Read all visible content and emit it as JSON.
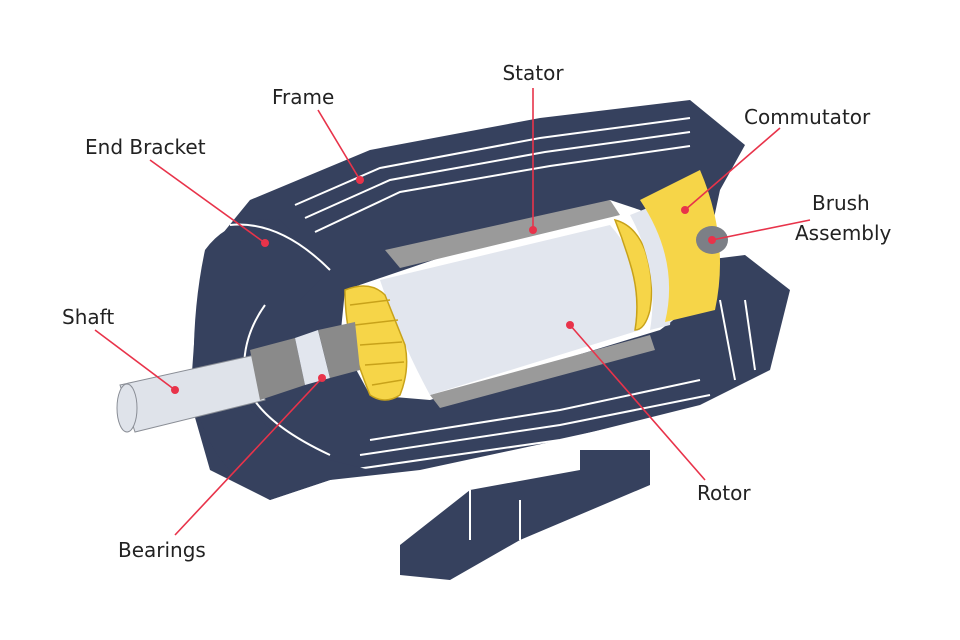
{
  "labels": {
    "stator": "Stator",
    "frame": "Frame",
    "end_bracket": "End Bracket",
    "commutator": "Commutator",
    "brush_line1": "Brush",
    "brush_line2": "Assembly",
    "shaft": "Shaft",
    "bearings": "Bearings",
    "rotor": "Rotor"
  },
  "colors": {
    "body": "#36415e",
    "rotor": "#e2e6ee",
    "stator_pole": "#9a9a9a",
    "winding": "#f6d548",
    "commutator": "#f6d548",
    "shaft": "#dfe3ea",
    "leader": "#e8334a",
    "text": "#222222"
  }
}
